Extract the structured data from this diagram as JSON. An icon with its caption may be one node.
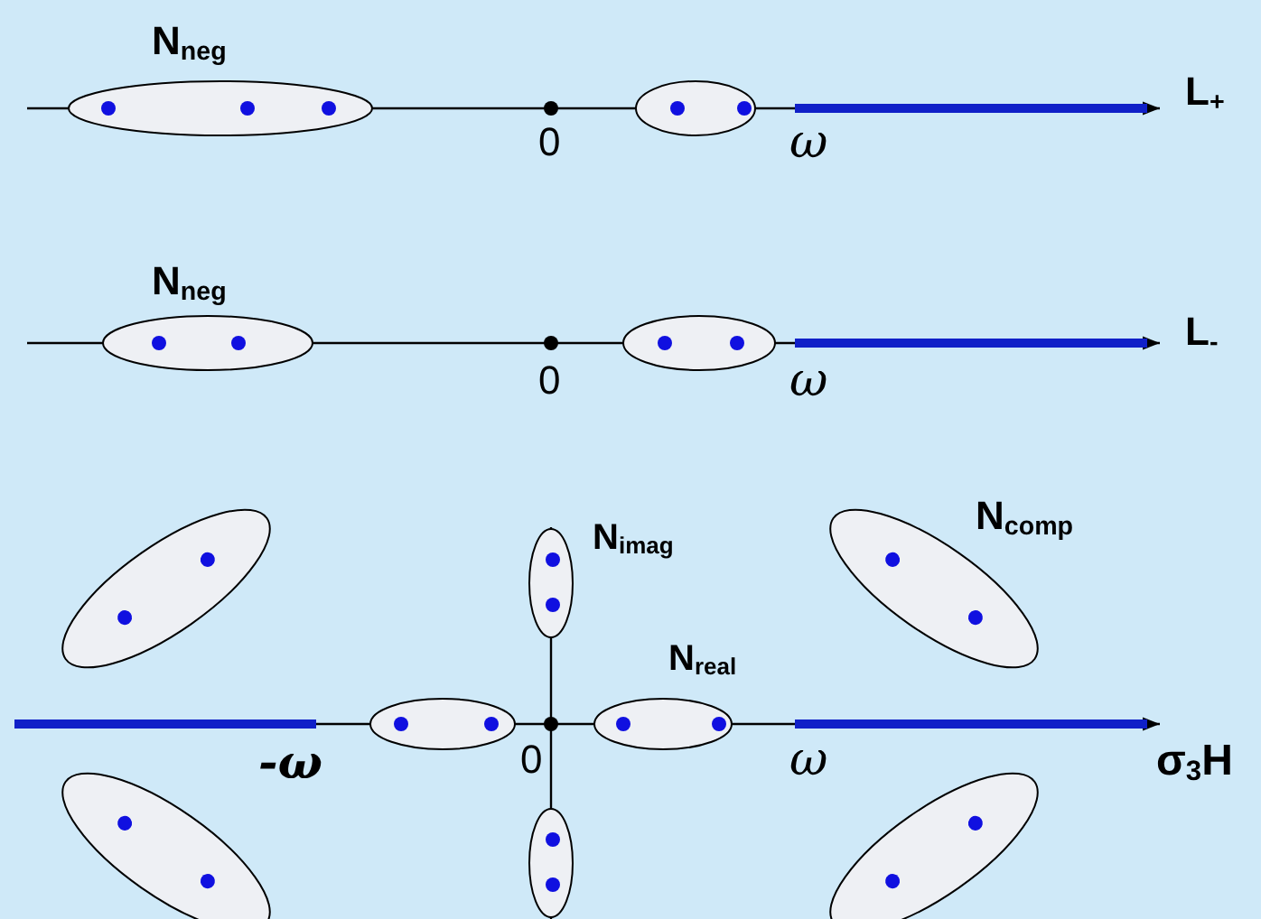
{
  "diagram": {
    "labels": [
      "N$_{neg}$",
      "0",
      "ω",
      "L$_{+}$",
      "N$_{neg}$",
      "0",
      "ω",
      "L$_{-}$",
      "N$_{imag}$",
      "N$_{comp}$",
      "N$_{real}$",
      "-ω",
      "0",
      "ω",
      "σ$_{3}$H"
    ]
  }
}
